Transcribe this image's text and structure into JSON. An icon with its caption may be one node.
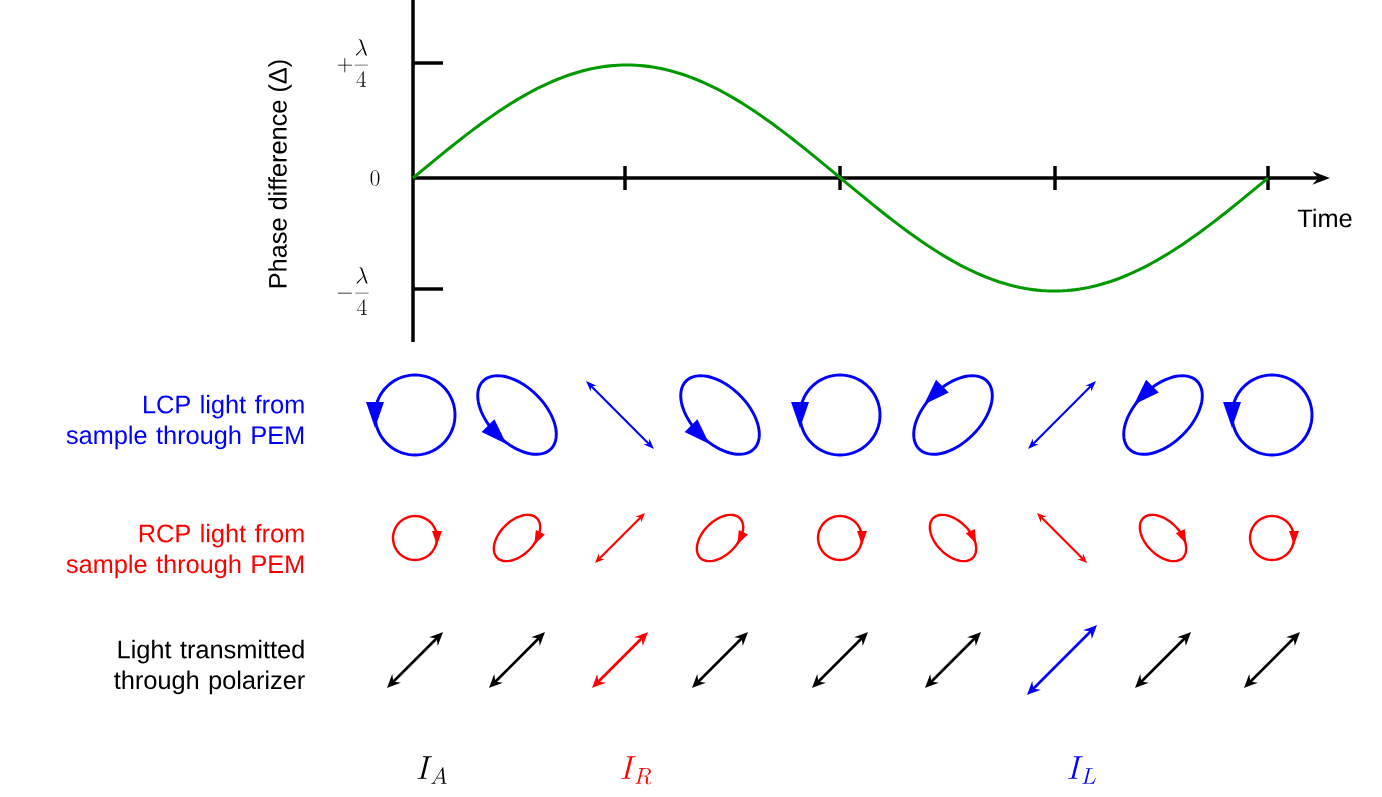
{
  "diagram": {
    "labels": [
      "Phase difference (Δ)",
      "+\\frac{\\lambda}{4}",
      "0",
      "-\\frac{\\lambda}{4}",
      "Time",
      "LCP light from sample through PEM",
      "RCP light from sample through PEM",
      "Light transmitted through polarizer",
      "I_A",
      "I_R",
      "I_L"
    ]
  }
}
